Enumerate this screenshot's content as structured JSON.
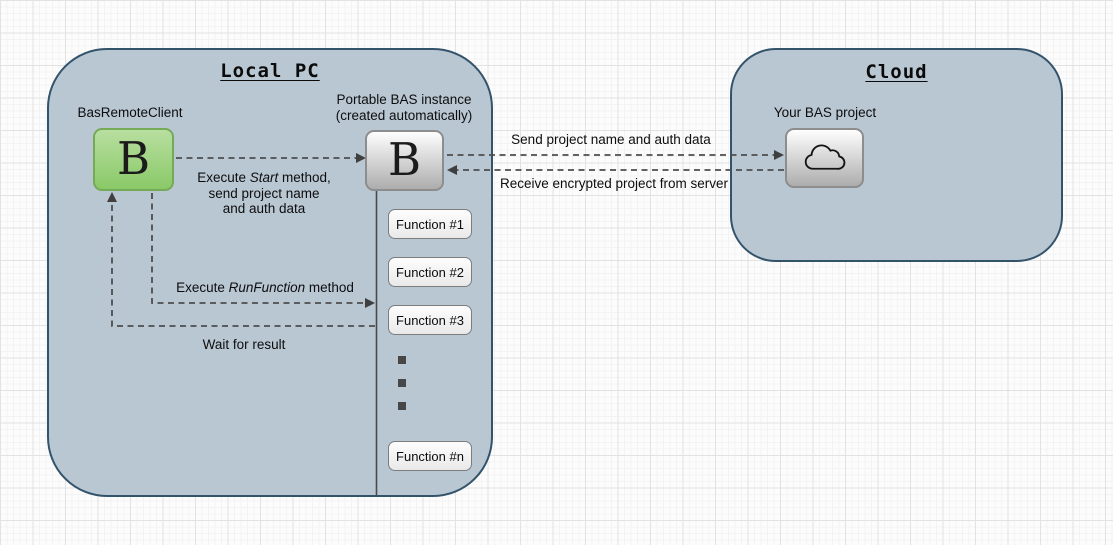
{
  "colors": {
    "container_fill": "#b9c7d3",
    "container_border": "#33536b",
    "client_green_top": "#b8dfa0",
    "client_green_bottom": "#8ac968",
    "client_green_border": "#75aa56",
    "gray_box_top": "#fefefe",
    "gray_box_bottom": "#adadad",
    "gray_box_border": "#8d8d8d",
    "arrow": "#4d4d4d"
  },
  "local_pc": {
    "title": "Local PC",
    "client_label": "BasRemoteClient",
    "client_letter": "B",
    "instance_label_line1": "Portable BAS instance",
    "instance_label_line2": "(created automatically)",
    "instance_letter": "B",
    "functions": [
      "Function #1",
      "Function #2",
      "Function #3",
      "Function #n"
    ]
  },
  "cloud": {
    "title": "Cloud",
    "project_label": "Your BAS project"
  },
  "arrows": {
    "start": {
      "prefix": "Execute ",
      "method": "Start",
      "suffix": " method,",
      "line2": "send project name",
      "line3": "and auth data"
    },
    "run_function": {
      "prefix": "Execute ",
      "method": "RunFunction",
      "suffix": " method"
    },
    "wait": "Wait for result",
    "send": "Send project name and auth data",
    "receive": "Receive encrypted project from server"
  }
}
